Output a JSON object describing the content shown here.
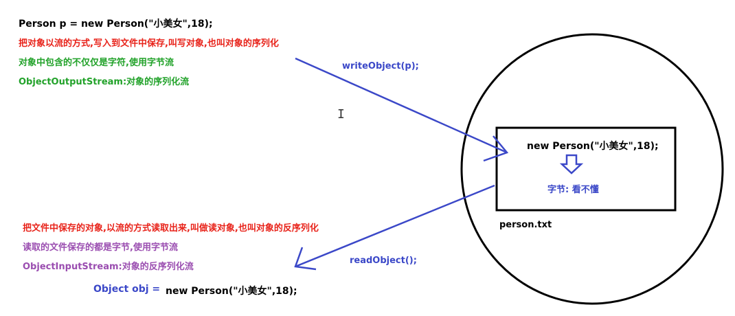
{
  "colors": {
    "black": "#000000",
    "red": "#e8231a",
    "green": "#22a22a",
    "blue": "#3b48c8",
    "purple": "#9a4db0",
    "arrow": "#3b48c8"
  },
  "top": {
    "code": "Person p = new Person(\"小美女\",18);",
    "line1": "把对象以流的方式,写入到文件中保存,叫写对象,也叫对象的序列化",
    "line2": "对象中包含的不仅仅是字符,使用字节流",
    "line3": "ObjectOutputStream:对象的序列化流"
  },
  "write_call": "writeObject(p);",
  "read_call": "readObject();",
  "file_box": {
    "code": "new Person(\"小美女\",18);",
    "bytes": "字节: 看不懂",
    "filename": "person.txt"
  },
  "bottom": {
    "line1": "把文件中保存的对象,以流的方式读取出来,叫做读对象,也叫对象的反序列化",
    "line2": "读取的文件保存的都是字节,使用字节流",
    "line3": "ObjectInputStream:对象的反序列化流",
    "code_decl": "Object obj =",
    "code_new": "new Person(\"小美女\",18);"
  },
  "cursor_glyph": "I"
}
